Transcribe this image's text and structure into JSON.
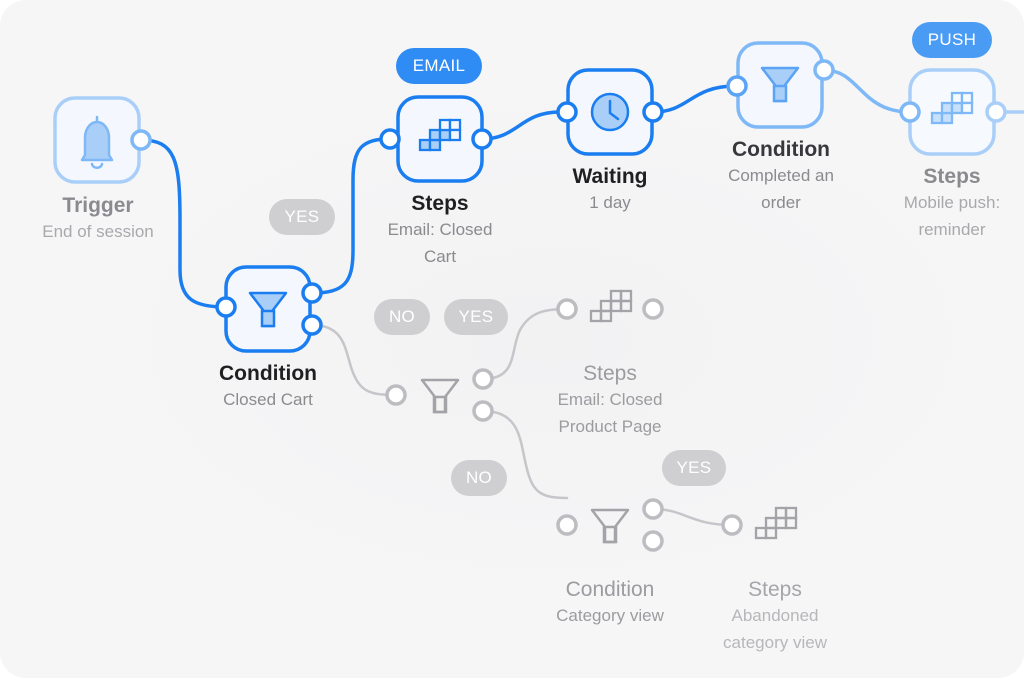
{
  "colors": {
    "accent": "#1a7df0",
    "accent_fill": "#a9cff8",
    "accent_soft": "#7fb8f6",
    "inactive": "#b9b9bd",
    "background": "#f6f6f7"
  },
  "nodes": {
    "trigger": {
      "title": "Trigger",
      "subtitle": "End of session",
      "icon": "bell-icon"
    },
    "condition_closed_cart": {
      "title": "Condition",
      "subtitle": "Closed Cart",
      "icon": "funnel-icon"
    },
    "steps_email_closed_cart": {
      "title": "Steps",
      "subtitle_line1": "Email: Closed",
      "subtitle_line2": "Cart",
      "icon": "blocks-icon",
      "badge": "EMAIL"
    },
    "waiting": {
      "title": "Waiting",
      "subtitle": "1 day",
      "icon": "clock-icon"
    },
    "condition_completed_order": {
      "title": "Condition",
      "subtitle_line1": "Completed an",
      "subtitle_line2": "order",
      "icon": "funnel-icon"
    },
    "steps_mobile_push": {
      "title": "Steps",
      "subtitle_line1": "Mobile push:",
      "subtitle_line2": "reminder",
      "icon": "blocks-icon",
      "badge": "PUSH"
    },
    "steps_email_product_page": {
      "title": "Steps",
      "subtitle_line1": "Email: Closed",
      "subtitle_line2": "Product Page",
      "icon": "blocks-icon"
    },
    "condition_category_view": {
      "title": "Condition",
      "subtitle": "Category view",
      "icon": "funnel-icon"
    },
    "steps_abandoned_category": {
      "title": "Steps",
      "subtitle_line1": "Abandoned",
      "subtitle_line2": "category view",
      "icon": "blocks-icon"
    }
  },
  "branch_labels": {
    "closed_cart_yes": "YES",
    "closed_cart_no": "NO",
    "product_page_yes": "YES",
    "product_page_no": "NO",
    "category_view_yes": "YES"
  }
}
